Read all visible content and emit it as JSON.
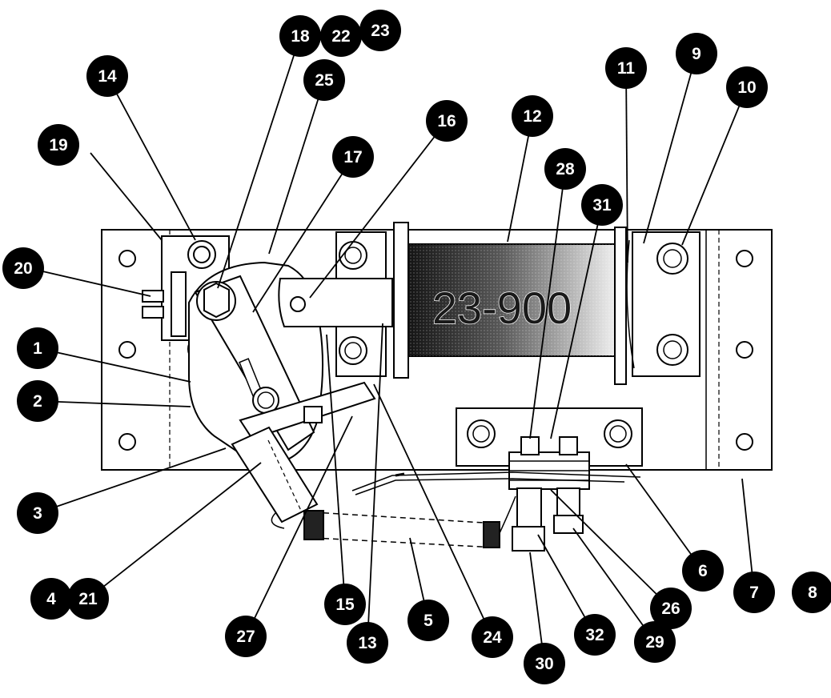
{
  "coil": {
    "label": "23-900"
  },
  "callouts": [
    {
      "id": "1",
      "label": "1"
    },
    {
      "id": "2",
      "label": "2"
    },
    {
      "id": "3",
      "label": "3"
    },
    {
      "id": "4",
      "label": "4"
    },
    {
      "id": "21",
      "label": "21"
    },
    {
      "id": "5",
      "label": "5"
    },
    {
      "id": "6",
      "label": "6"
    },
    {
      "id": "7",
      "label": "7"
    },
    {
      "id": "8",
      "label": "8"
    },
    {
      "id": "9",
      "label": "9"
    },
    {
      "id": "10",
      "label": "10"
    },
    {
      "id": "11",
      "label": "11"
    },
    {
      "id": "12",
      "label": "12"
    },
    {
      "id": "13",
      "label": "13"
    },
    {
      "id": "14",
      "label": "14"
    },
    {
      "id": "15",
      "label": "15"
    },
    {
      "id": "16",
      "label": "16"
    },
    {
      "id": "17",
      "label": "17"
    },
    {
      "id": "18",
      "label": "18"
    },
    {
      "id": "22",
      "label": "22"
    },
    {
      "id": "23",
      "label": "23"
    },
    {
      "id": "19",
      "label": "19"
    },
    {
      "id": "20",
      "label": "20"
    },
    {
      "id": "24",
      "label": "24"
    },
    {
      "id": "25",
      "label": "25"
    },
    {
      "id": "26",
      "label": "26"
    },
    {
      "id": "27",
      "label": "27"
    },
    {
      "id": "28",
      "label": "28"
    },
    {
      "id": "29",
      "label": "29"
    },
    {
      "id": "30",
      "label": "30"
    },
    {
      "id": "31",
      "label": "31"
    },
    {
      "id": "32",
      "label": "32"
    }
  ]
}
